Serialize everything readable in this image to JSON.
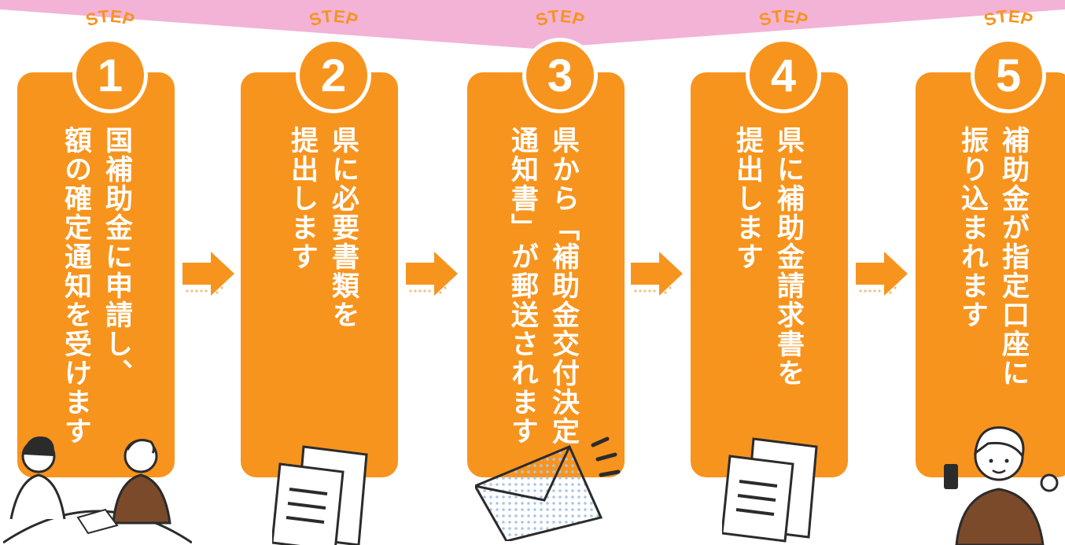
{
  "colors": {
    "card": "#F7941E",
    "badge": "#F7941E",
    "arrow": "#F7941E",
    "banner": "#F2B3D6",
    "ink": "#2B2B2B",
    "paper": "#FFFFFF",
    "envelope_dot": "#A9C6E8",
    "sweater": "#7A4A2A"
  },
  "steps": [
    {
      "step_label": "STEP",
      "number": "1",
      "text": "国補助金に申請し、\n額の確定通知を受けます",
      "illustration": "meeting-people-illustration"
    },
    {
      "step_label": "STEP",
      "number": "2",
      "text": "県に必要書類を\n提出します",
      "illustration": "documents-illustration"
    },
    {
      "step_label": "STEP",
      "number": "3",
      "text": "県から「補助金交付決定\n通知書」が郵送されます",
      "illustration": "envelope-illustration"
    },
    {
      "step_label": "STEP",
      "number": "4",
      "text": "県に補助金請求書を\n提出します",
      "illustration": "documents-illustration"
    },
    {
      "step_label": "STEP",
      "number": "5",
      "text": "補助金が指定口座に\n振り込まれます",
      "illustration": "woman-smartphone-illustration"
    }
  ],
  "arrows": [
    "arrow-right-icon",
    "arrow-right-icon",
    "arrow-right-icon",
    "arrow-right-icon"
  ]
}
